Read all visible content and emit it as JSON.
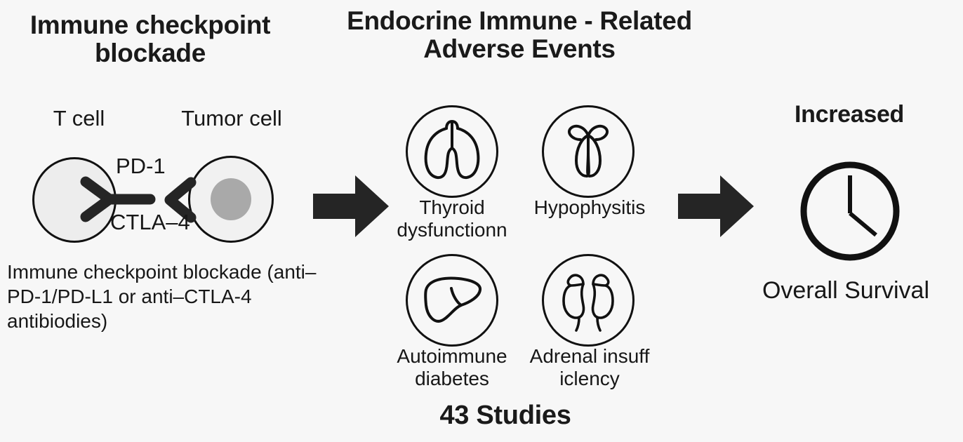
{
  "figure": {
    "background_color": "#f7f7f7",
    "ink_color": "#111111",
    "arrow_color": "#252525"
  },
  "left_panel": {
    "heading": "Immune checkpoint blockade",
    "tcell_label": "T cell",
    "tumor_label": "Tumor cell",
    "receptor_top_label": "PD-1",
    "receptor_bottom_label": "CTLA–4",
    "caption": "Immune checkpoint blockade (anti–PD-1/PD-L1 or anti–CTLA-4 antibiodies)",
    "tcell_fill": "#ededed",
    "tumor_fill": "#f1f1f1",
    "tumor_nucleus_fill": "#a9a9a9"
  },
  "arrows": [
    {
      "name": "arrow-left-to-center",
      "direction": "right"
    },
    {
      "name": "arrow-center-to-right",
      "direction": "right"
    }
  ],
  "center_panel": {
    "heading": "Endocrine Immune - Related Adverse Events",
    "footer": "43 Studies",
    "events": [
      {
        "icon": "lungs-thyroid-icon",
        "label": "Thyroid dysfunctionn"
      },
      {
        "icon": "pituitary-gland-icon",
        "label": "Hypophysitis"
      },
      {
        "icon": "liver-pancreas-icon",
        "label": "Autoimmune diabetes"
      },
      {
        "icon": "kidneys-adrenal-icon",
        "label": "Adrenal insuff iclency"
      }
    ]
  },
  "right_panel": {
    "heading": "Increased",
    "icon": "clock-icon",
    "label": "Overall Survival"
  }
}
